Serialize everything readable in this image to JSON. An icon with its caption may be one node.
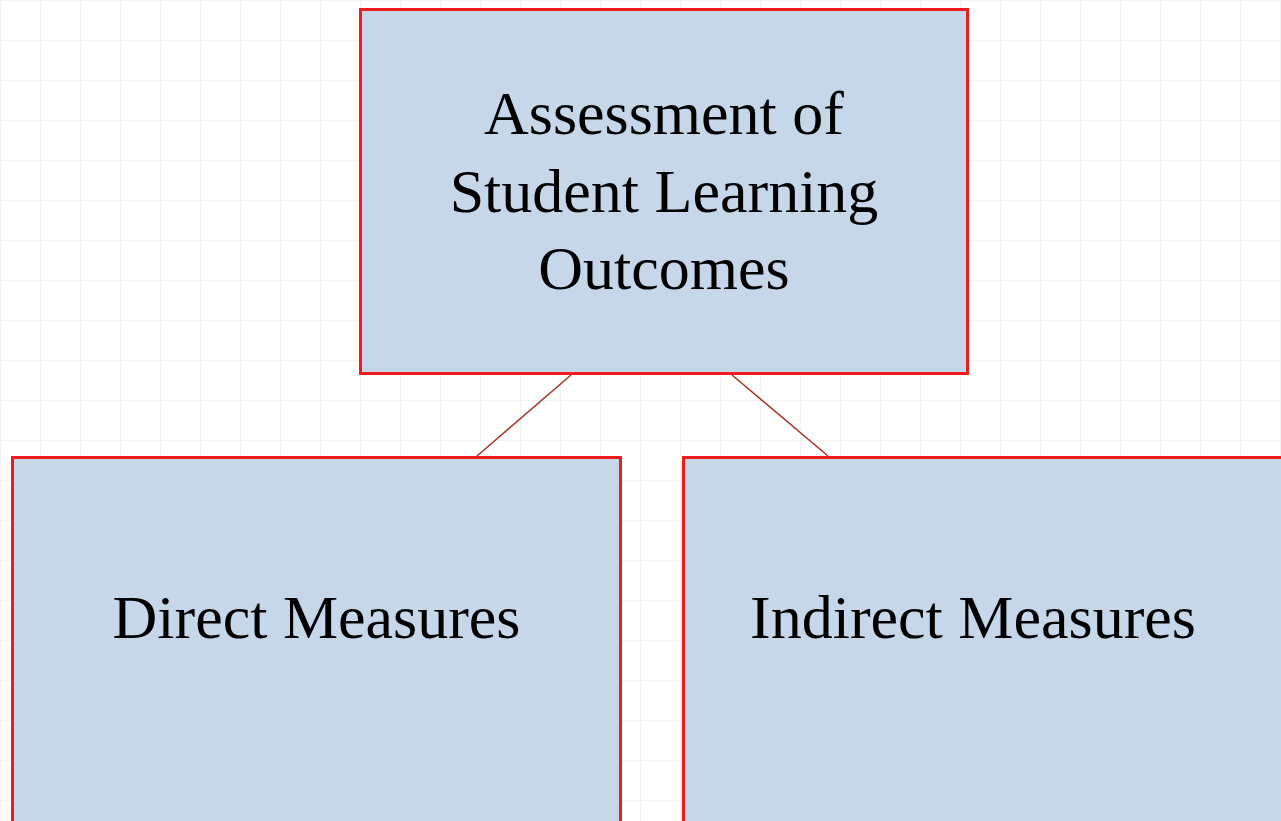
{
  "diagram": {
    "nodes": [
      {
        "text": [
          "Assessment of Student Learning Outcomes"
        ]
      },
      {
        "text": [
          "Direct Measures"
        ]
      },
      {
        "text": [
          "Indirect Measures"
        ]
      }
    ],
    "edges": [
      {
        "from": 0,
        "to": 1,
        "arrow": "none"
      },
      {
        "from": 0,
        "to": 2,
        "arrow": "none"
      }
    ]
  }
}
